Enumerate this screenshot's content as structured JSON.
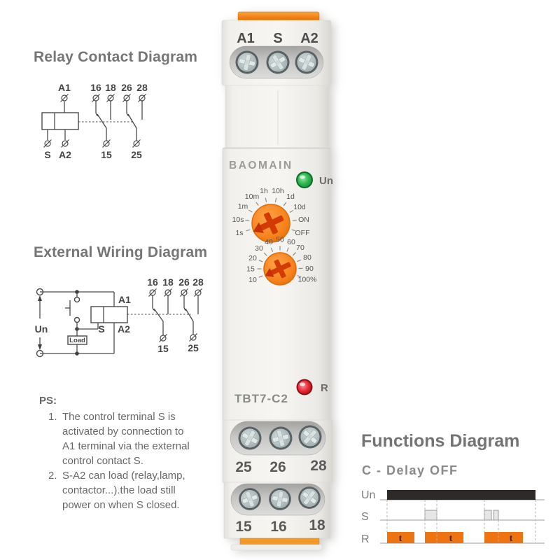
{
  "relay_contact_diagram": {
    "title": "Relay Contact Diagram",
    "coil": {
      "top": "A1",
      "bottom_left": "S",
      "bottom_right": "A2"
    },
    "contacts": {
      "t16": "16",
      "t18": "18",
      "t26": "26",
      "t28": "28",
      "t15": "15",
      "t25": "25"
    }
  },
  "external_wiring_diagram": {
    "title": "External Wiring Diagram",
    "supply": "Un",
    "load": "Load",
    "coil": {
      "a1": "A1",
      "s": "S",
      "a2": "A2"
    },
    "contacts": {
      "t16": "16",
      "t18": "18",
      "t26": "26",
      "t28": "28",
      "t15": "15",
      "t25": "25"
    }
  },
  "notes": {
    "heading": "PS:",
    "items": [
      {
        "num": "1.",
        "text": "The control terminal S is activated by connection to A1 terminal via the external control contact S."
      },
      {
        "num": "2.",
        "text": "S-A2 can load (relay,lamp, contactor...).the load still power on when S closed."
      }
    ]
  },
  "device": {
    "brand": "BAOMAIN",
    "model": "TBT7-C2",
    "top_terminals": [
      "A1",
      "S",
      "A2"
    ],
    "power_led_label": "Un",
    "relay_led_label": "R",
    "time_dial_labels": [
      "1s",
      "10s",
      "1m",
      "10m",
      "1h",
      "10h",
      "1d",
      "10d",
      "ON",
      "OFF"
    ],
    "percent_dial_labels": [
      "10",
      "15",
      "20",
      "30",
      "40",
      "50",
      "60",
      "70",
      "80",
      "90",
      "100%"
    ],
    "middle_terminals": [
      "25",
      "26",
      "28"
    ],
    "bottom_terminals": [
      "15",
      "16",
      "18"
    ],
    "colors": {
      "clip_orange": "#ef8c1f",
      "knob_orange": "#f5821c",
      "led_green": "#1ea64a",
      "led_red": "#d6121f"
    }
  },
  "functions_diagram": {
    "title": "Functions Diagram",
    "subtitle": "C - Delay OFF",
    "row_labels": [
      "Un",
      "S",
      "R"
    ],
    "t_labels": [
      "t",
      "t",
      "t"
    ],
    "colors": {
      "un_bar": "#2e2a28",
      "pulse_fill": "#e6e6e6",
      "r_bar": "#ee7411"
    }
  }
}
